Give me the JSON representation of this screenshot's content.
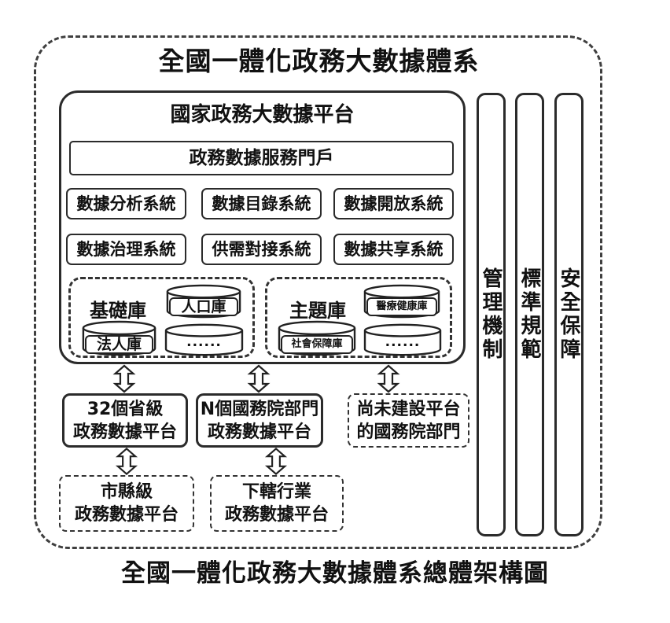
{
  "diagram": {
    "title": "全國一體化政務大數據體系",
    "caption": "全國一體化政務大數據體系總體架構圖",
    "platform": {
      "title": "國家政務大數據平台",
      "portal": "政務數據服務門戶",
      "systems": [
        "數據分析系統",
        "數據目錄系統",
        "數據開放系統",
        "數據治理系統",
        "供需對接系統",
        "數據共享系統"
      ],
      "base_library": {
        "label": "基礎庫",
        "cylinders": [
          "人口庫",
          "法人庫",
          "......"
        ]
      },
      "theme_library": {
        "label": "主題庫",
        "cylinders": [
          "醫療健康庫",
          "社會保障庫",
          "......"
        ]
      }
    },
    "middle_row": [
      {
        "line1": "32個省級",
        "line2": "政務數據平台"
      },
      {
        "line1": "N個國務院部門",
        "line2": "政務數據平台"
      },
      {
        "line1": "尚未建設平台",
        "line2": "的國務院部門"
      }
    ],
    "bottom_row": [
      {
        "line1": "市縣級",
        "line2": "政務數據平台"
      },
      {
        "line1": "下轄行業",
        "line2": "政務數據平台"
      }
    ],
    "side_bars": [
      "管理機制",
      "標準規範",
      "安全保障"
    ],
    "colors": {
      "stroke": "#2b2b2b",
      "background": "#ffffff",
      "text": "#111111"
    }
  }
}
